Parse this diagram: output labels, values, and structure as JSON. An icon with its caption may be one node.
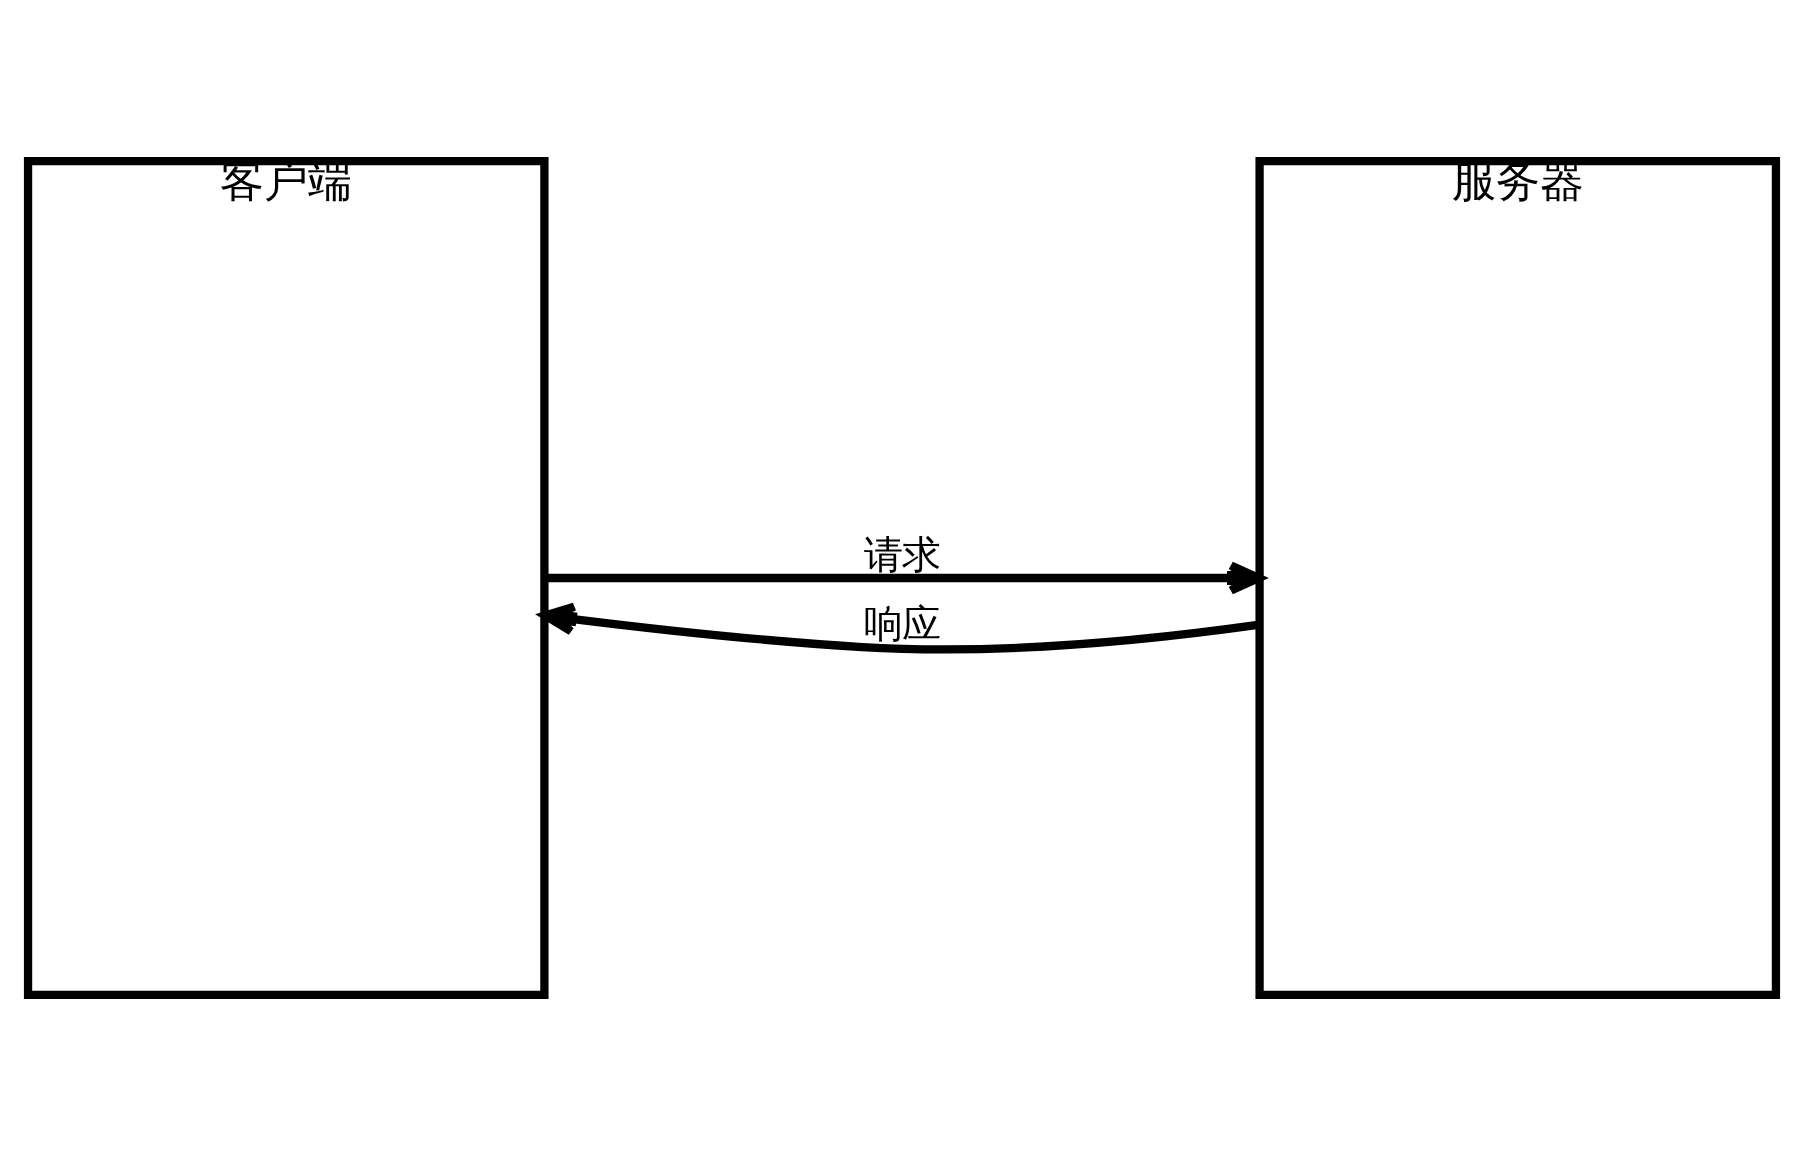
{
  "diagram": {
    "nodes": [
      {
        "text": [
          "客户端"
        ]
      },
      {
        "text": [
          "服务器"
        ]
      }
    ],
    "edges": [
      {
        "from": 0,
        "to": 1,
        "arrow": "to",
        "label": "请求"
      },
      {
        "from": 1,
        "to": 0,
        "arrow": "to",
        "label": "响应"
      }
    ]
  }
}
